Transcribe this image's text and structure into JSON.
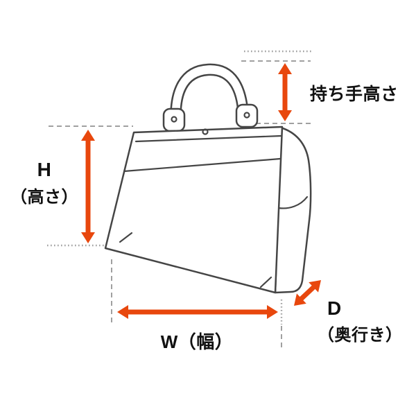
{
  "diagram": {
    "labels": {
      "handle_height": "持ち手高さ",
      "height_letter": "H",
      "height_caption": "（高さ）",
      "width": "W（幅）",
      "depth_letter": "D",
      "depth_caption": "（奥行き）"
    },
    "colors": {
      "arrow": "#e8470d",
      "outline": "#454545",
      "guide": "#a0a0a0",
      "text": "#111111",
      "background": "#ffffff"
    }
  }
}
